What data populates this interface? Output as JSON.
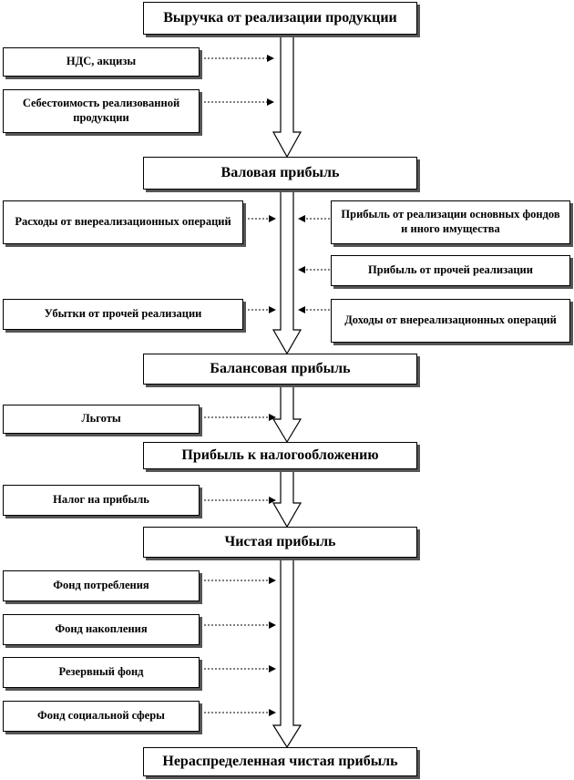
{
  "main_boxes": [
    "Выручка от реализации продукции",
    "Валовая прибыль",
    "Балансовая прибыль",
    "Прибыль к налогообложению",
    "Чистая прибыль",
    "Нераспределенная чистая прибыль"
  ],
  "left_boxes": [
    "НДС, акцизы",
    "Себестоимость реализованной продукции",
    "Расходы от внереализационных операций",
    "Убытки от прочей реализации",
    "Льготы",
    "Налог на прибыль",
    "Фонд потребления",
    "Фонд накопления",
    "Резервный фонд",
    "Фонд социальной сферы"
  ],
  "right_boxes": [
    "Прибыль от реализации основных фондов и иного имущества",
    "Прибыль от прочей реализации",
    "Доходы от внереализационных операций"
  ]
}
